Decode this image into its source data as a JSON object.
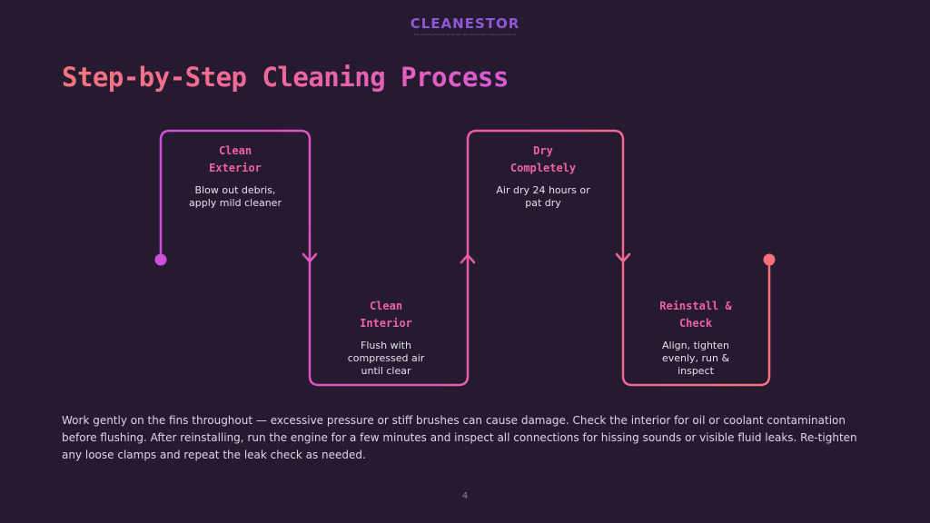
{
  "brand": {
    "name": "CLEANESTOR",
    "tagline": "The Industry Choice for Oil and Gas Intercooler Cleaning Solutions"
  },
  "title": "Step-by-Step Cleaning Process",
  "steps": [
    {
      "title": "Clean\nExterior",
      "description": "Blow out debris,\napply mild cleaner"
    },
    {
      "title": "Clean\nInterior",
      "description": "Flush with\ncompressed air\nuntil clear"
    },
    {
      "title": "Dry\nCompletely",
      "description": "Air dry 24 hours or\npat dry"
    },
    {
      "title": "Reinstall &\nCheck",
      "description": "Align, tighten\nevenly, run &\ninspect"
    }
  ],
  "note": "Work gently on the fins throughout — excessive pressure or stiff brushes can cause damage. Check the interior for oil or coolant contamination before flushing. After reinstalling, run the engine for a few minutes and inspect all connections for hissing sounds or visible fluid leaks. Re-tighten any loose clamps and repeat the leak check as needed.",
  "page_number": "4",
  "colors": {
    "background": "#261a30",
    "accent_start": "#d04fd8",
    "accent_mid": "#ea5aa6",
    "accent_end": "#f6727a",
    "step_title": "#ee63a0",
    "logo": "#8f58d8"
  }
}
